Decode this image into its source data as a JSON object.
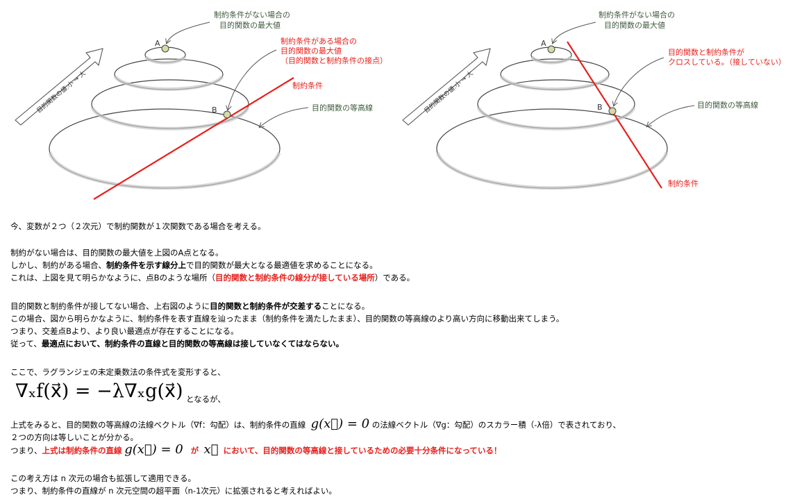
{
  "left_diagram": {
    "arrow_label": "目的関数の値:小 → 大",
    "point_a": "A",
    "point_b": "B",
    "max_unconstrained": [
      "制約条件がない場合の",
      "目的関数の最大値"
    ],
    "max_constrained": [
      "制約条件がある場合の",
      "目的関数の最大値",
      "（目的関数と制約条件の接点）"
    ],
    "constraint_label": "制約条件",
    "contour_label": "目的関数の等高線"
  },
  "right_diagram": {
    "arrow_label": "目的関数の値:小 → 大",
    "point_a": "A",
    "point_b": "B",
    "max_unconstrained": [
      "制約条件がない場合の",
      "目的関数の最大値"
    ],
    "crossing_note": [
      "目的関数と制約条件が",
      "クロスしている。（接していない）"
    ],
    "contour_label": "目的関数の等高線",
    "constraint_label": "制約条件"
  },
  "colors": {
    "accent_red": "#e8201c",
    "contour": "#444444",
    "callout_text": "#3f5a3f",
    "point_fill": "#d6d8a8"
  },
  "text": {
    "p1": "今、変数が２つ（２次元）で制約関数が１次関数である場合を考える。",
    "p2": "制約がない場合は、目的関数の最大値を上図のA点となる。",
    "p3a": "しかし、制約がある場合、",
    "p3b": "制約条件を示す線分上",
    "p3c": "で目的関数が最大となる最適値を求めることになる。",
    "p4a": "これは、上図を見て明らかなように、点Bのような場所（",
    "p4b": "目的関数と制約条件の線分が接している場所",
    "p4c": "）である。",
    "p5a": "目的関数と制約条件が接してない場合、上右図のように",
    "p5b": "目的関数と制約条件が交差する",
    "p5c": "ことになる。",
    "p6": "この場合、図から明らかなように、制約条件を表す直線を辿ったまま（制約条件を満たしたまま）、目的関数の等高線のより高い方向に移動出来てしまう。",
    "p7": "つまり、交差点Bより、より良い最適点が存在することになる。",
    "p8a": "従って、",
    "p8b": "最適点において、制約条件の直線と目的関数の等高線は接していなくてはならない。",
    "p9": "ここで、ラグランジェの未定乗数法の条件式を変形すると、",
    "eq_main": "∇ₓf(x⃗) = −λ∇ₓg(x⃗)",
    "p10": "となるが、",
    "p11a": "上式をみると、目的関数の等高線の法線ベクトル（∇f：勾配）は、制約条件の直線",
    "eq_g": "g(x⃗) = 0",
    "p11b": "の法線ベクトル（∇g：勾配）のスカラー積（-λ倍）で表されており、",
    "p12": "２つの方向は等しいことが分かる。",
    "p13a": "つまり、",
    "p13b": "上式は制約条件の直線",
    "p13c": "が",
    "eq_x": "x⃗",
    "p13d": "において、目的関数の等高線と接しているための必要十分条件になっている！",
    "p14": "この考え方は n 次元の場合も拡張して適用できる。",
    "p15": "つまり、制約条件の直線が n 次元空間の超平面（n-1次元）に拡張されると考えればよい。"
  }
}
